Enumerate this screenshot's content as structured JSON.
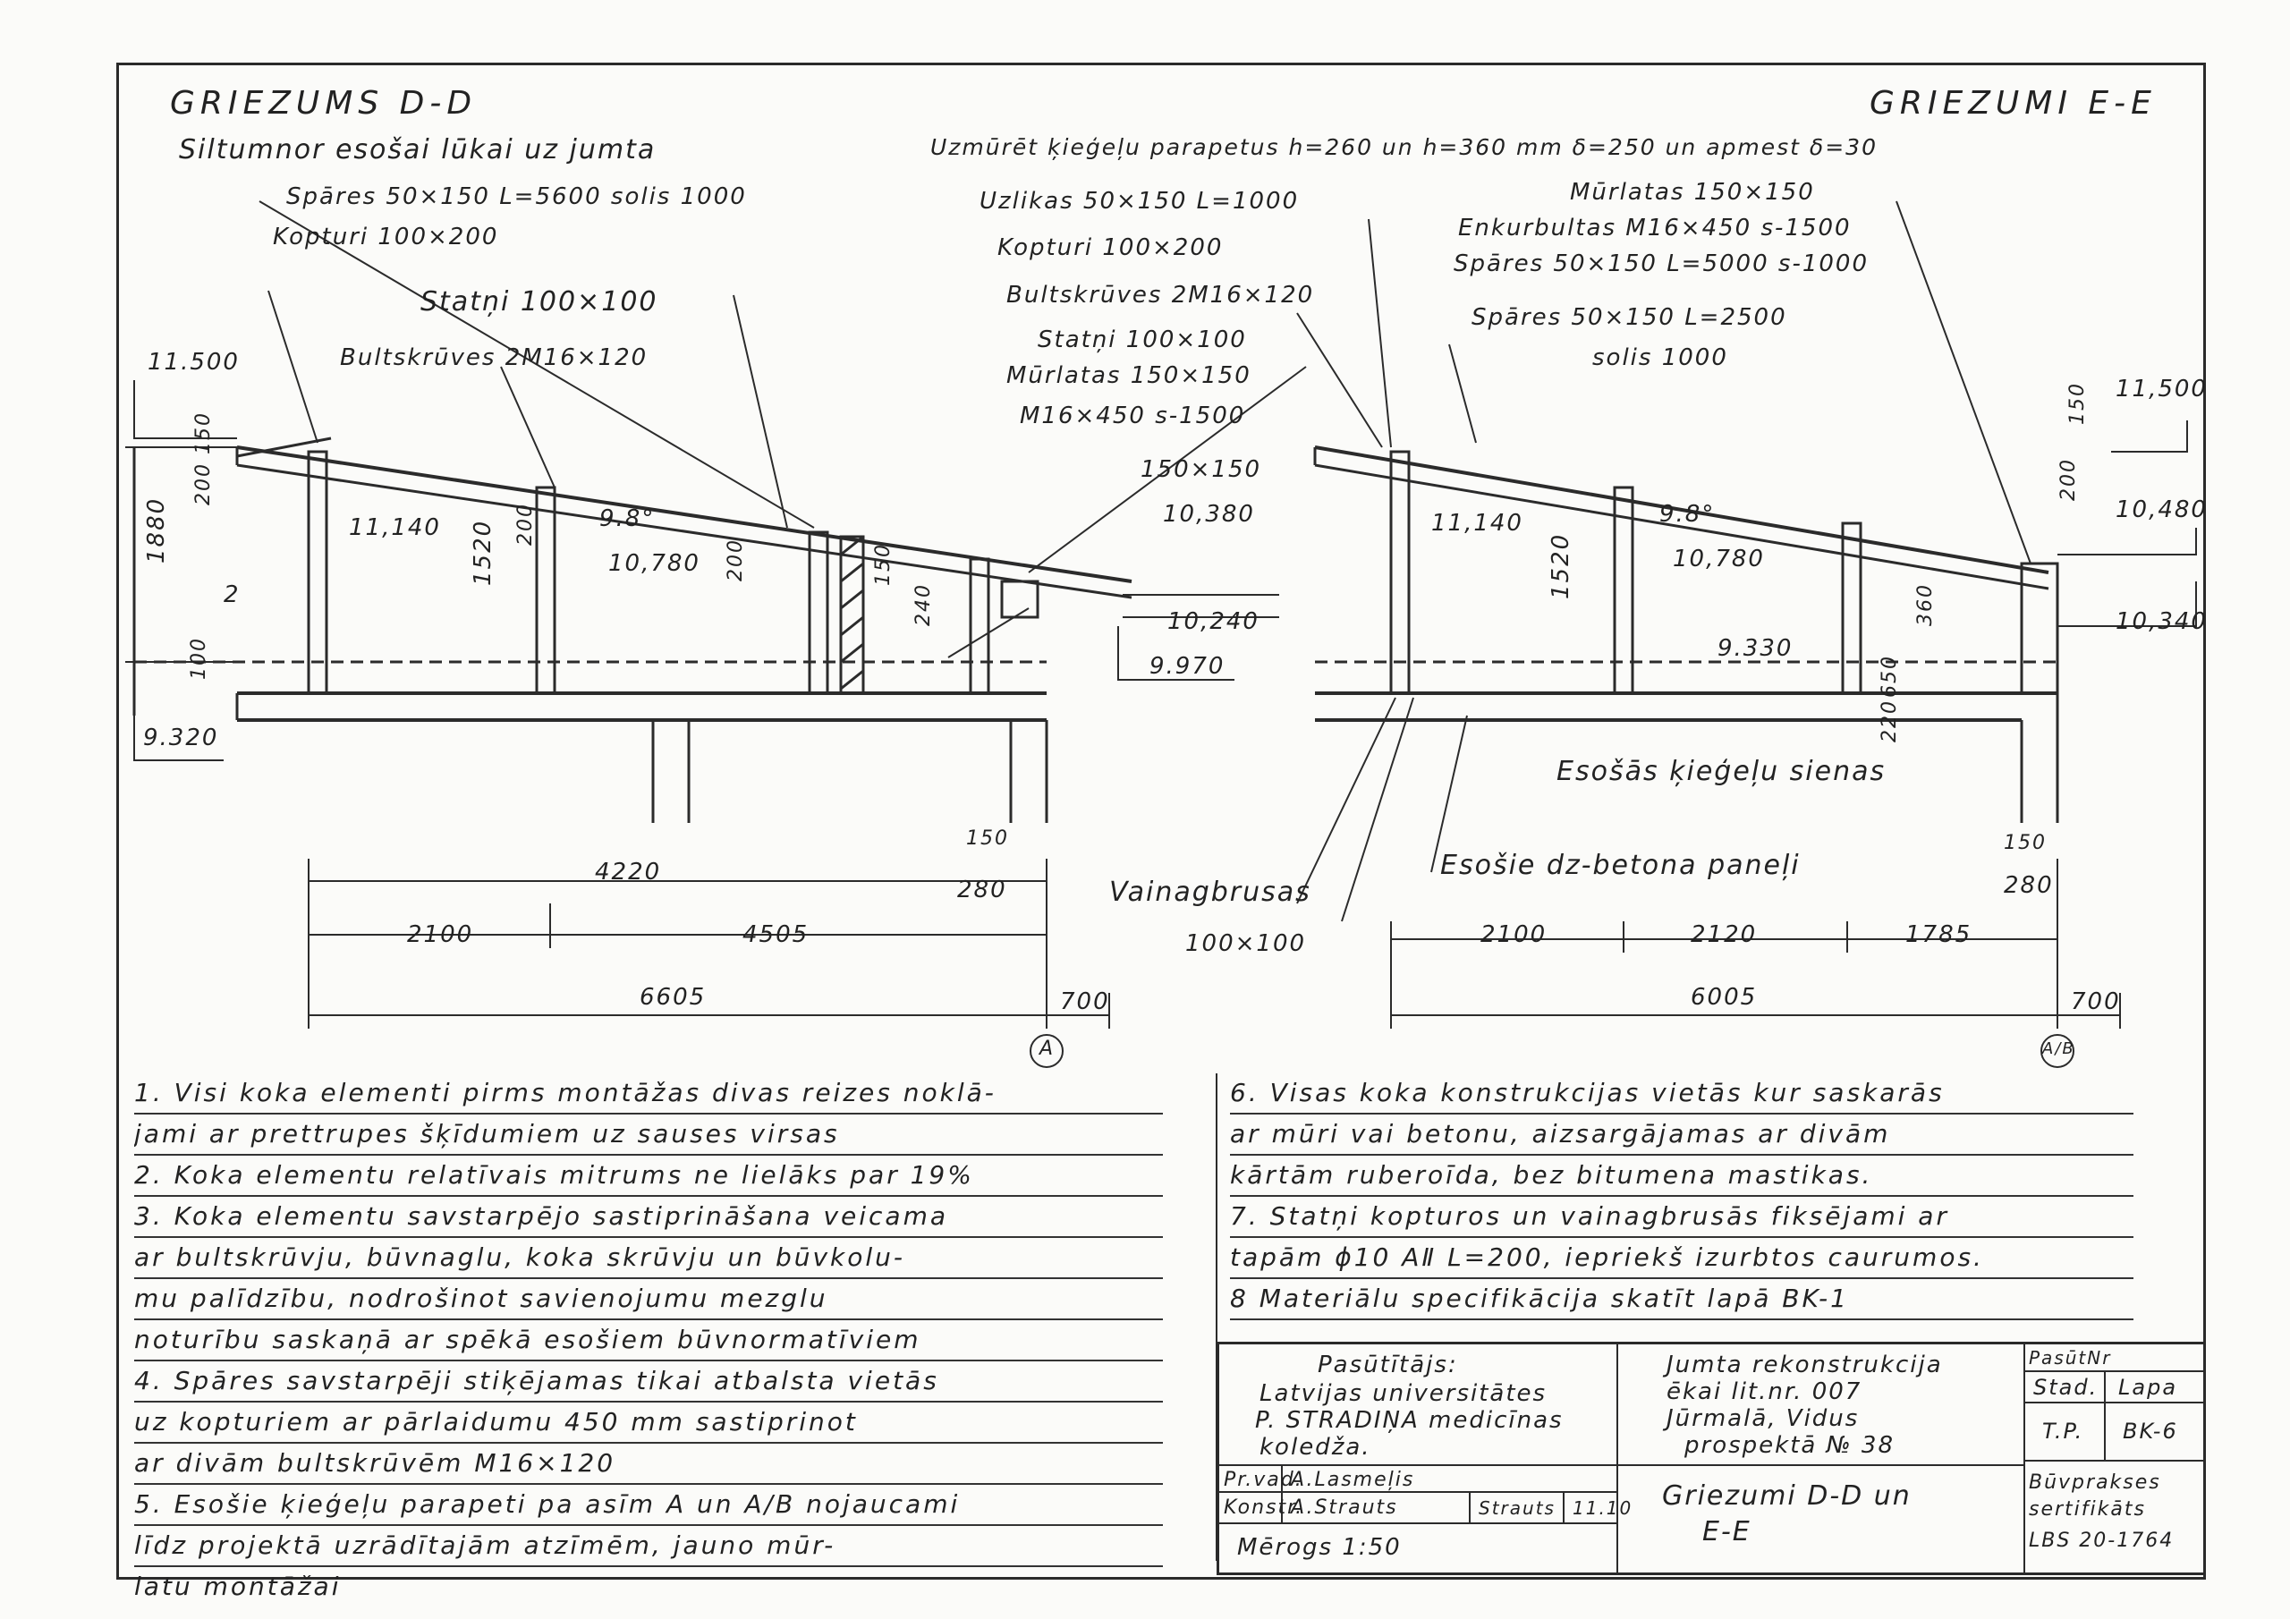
{
  "titles": {
    "left": "GRIEZUMS D-D",
    "right": "GRIEZUMI E-E"
  },
  "left_labels": {
    "siltumnor": "Siltumnor esošai lūkai uz jumta",
    "spares": "Spāres 50×150 L=5600 solis 1000",
    "kopturi": "Kopturi 100×200",
    "statni": "Statņi 100×100",
    "bultskruves": "Bultskrūves 2M16×120",
    "dim_1880": "1880",
    "dim_200_150": "200 150",
    "dim_2": "2",
    "dim_100": "100",
    "dim_1520": "1520",
    "dim_200a": "200",
    "dim_9_8": "9.8°",
    "dim_200b": "200",
    "dim_150": "150",
    "dim_240": "240",
    "elev_11500": "11.500",
    "elev_11140": "11,140",
    "elev_10780": "10,780",
    "elev_9320": "9.320",
    "dim_4220": "4220",
    "dim_2100": "2100",
    "dim_4505": "4505",
    "dim_6605": "6605",
    "dim_700": "700",
    "dim_150b": "150",
    "dim_280": "280",
    "axis": "A"
  },
  "middle_labels": {
    "uzmuret": "Uzmūrēt ķieģeļu parapetus h=260 un h=360 mm δ=250 un apmest δ=30",
    "uzlikas": "Uzlikas 50×150 L=1000",
    "kopturi": "Kopturi 100×200",
    "bultskruves": "Bultskrūves 2M16×120",
    "statni": "Statņi 100×100",
    "murlatas": "Mūrlatas 150×150",
    "m16": "M16×450 s-1500",
    "dim_150x150": "150×150",
    "elev_10380": "10,380",
    "elev_10240": "10,240",
    "elev_9970": "9.970",
    "vainagbrusas": "Vainagbrusas",
    "vainag_dim": "100×100"
  },
  "right_labels": {
    "murlatas": "Mūrlatas 150×150",
    "enkurbultas": "Enkurbultas M16×450 s-1500",
    "spares1": "Spāres 50×150 L=5000 s-1000",
    "spares2": "Spāres 50×150 L=2500",
    "solis": "solis 1000",
    "elev_11500": "11,500",
    "elev_11140": "11,140",
    "elev_10780": "10,780",
    "elev_10480": "10,480",
    "elev_10340": "10,340",
    "dim_9_8": "9.8°",
    "dim_150": "150",
    "dim_200": "200",
    "dim_1520": "1520",
    "dim_9330": "9.330",
    "dim_360": "360",
    "dim_650": "650",
    "dim_220": "220",
    "esosas_siena": "Esošās ķieģeļu sienas",
    "esosie_paneli": "Esošie dz-betona paneļi",
    "dim_2100": "2100",
    "dim_2120": "2120",
    "dim_1785": "1785",
    "dim_6005": "6005",
    "dim_700": "700",
    "dim_150b": "150",
    "dim_280": "280",
    "axis": "A/B"
  },
  "notes_left": [
    "1. Visi koka elementi pirms montāžas divas reizes noklā-",
    "   jami ar prettrupes šķīdumiem uz sauses virsas",
    "2. Koka elementu relatīvais mitrums ne lielāks par 19%",
    "3. Koka elementu savstarpējo sastiprināšana veicama",
    "   ar bultskrūvju, būvnaglu, koka skrūvju un būvkolu-",
    "   mu palīdzību, nodrošinot savienojumu mezglu",
    "   noturību saskaņā ar spēkā esošiem būvnormatīviem",
    "4. Spāres savstarpēji stiķējamas tikai atbalsta vietās",
    "   uz kopturiem ar pārlaidumu 450 mm sastiprinot",
    "   ar divām bultskrūvēm M16×120",
    "5. Esošie ķieģeļu parapeti pa asīm A un A/B nojaucami",
    "   līdz projektā uzrādītajām atzīmēm, jauno mūr-",
    "   latu montāžai"
  ],
  "notes_right": [
    "6. Visas koka konstrukcijas vietās kur saskarās",
    "   ar mūri vai betonu, aizsargājamas ar divām",
    "   kārtām ruberoīda, bez bitumena mastikas.",
    "7. Statņi kopturos un vainagbrusās fiksējami ar",
    "   tapām ϕ10 AⅡ L=200, iepriekš izurbtos caurumos.",
    "8 Materiālu specifikācija skatīt lapā BK-1"
  ],
  "title_block": {
    "pasutitajs_h": "Pasūtītājs:",
    "pasutitajs_1": "Latvijas universitātes",
    "pasutitajs_2": "P. STRADIŅA medicīnas",
    "pasutitajs_3": "koledža.",
    "project_1": "Jumta rekonstrukcija",
    "project_2": "ēkai lit.nr. 007",
    "project_3": "Jūrmalā, Vidus",
    "project_4": "prospektā № 38",
    "pasutnr": "PasūtNr",
    "stad_h": "Stad.",
    "lapa_h": "Lapa",
    "stad": "T.P.",
    "lapa": "BK-6",
    "pr_vad_role": "Pr.vad.",
    "pr_vad_name": "A.Lasmeļis",
    "konstr_role": "Konstr.",
    "konstr_name": "A.Strauts",
    "konstr_sign": "Strauts",
    "konstr_date": "11.10",
    "sheet_title_1": "Griezumi D-D un",
    "sheet_title_2": "E-E",
    "merogs": "Mērogs 1:50",
    "cert_1": "Būvprakses",
    "cert_2": "sertifikāts",
    "cert_3": "LBS 20-1764"
  }
}
